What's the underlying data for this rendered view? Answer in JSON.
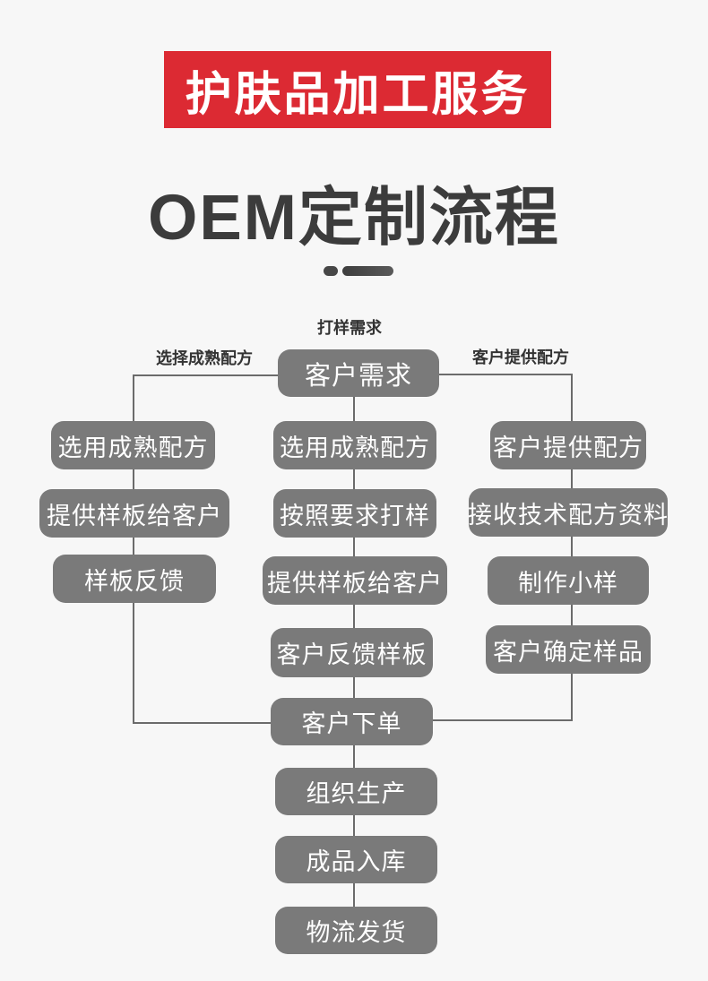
{
  "theme": {
    "page_bg": "#f7f7f7",
    "banner_bg": "#dc2a33",
    "banner_text": "#ffffff",
    "heading_text": "#3c3c3c",
    "label_text": "#333333",
    "node_bg": "#7a7a7a",
    "node_text": "#ffffff",
    "line": "#6b6b6b",
    "divider": "#474747"
  },
  "banner": {
    "title": "护肤品加工服务"
  },
  "heading": {
    "title": "OEM定制流程"
  },
  "flow": {
    "branch_labels": {
      "center": "打样需求",
      "left": "选择成熟配方",
      "right": "客户提供配方"
    },
    "root": {
      "label": "客户需求"
    },
    "columns": {
      "left": [
        "选用成熟配方",
        "提供样板给客户",
        "样板反馈"
      ],
      "center": [
        "选用成熟配方",
        "按照要求打样",
        "提供样板给客户",
        "客户反馈样板"
      ],
      "right": [
        "客户提供配方",
        "接收技术配方资料",
        "制作小样",
        "客户确定样品"
      ]
    },
    "tail": [
      "客户下单",
      "组织生产",
      "成品入库",
      "物流发货"
    ]
  }
}
